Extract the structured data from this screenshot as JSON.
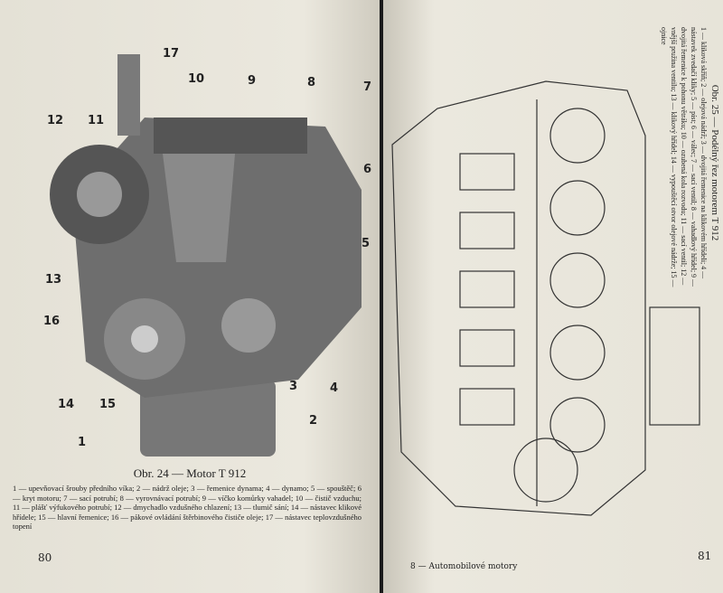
{
  "left_page": {
    "callouts": [
      "17",
      "10",
      "9",
      "8",
      "7",
      "12",
      "11",
      "6",
      "5",
      "13",
      "16",
      "3",
      "4",
      "14",
      "15",
      "2",
      "1"
    ],
    "figure_title": "Obr. 24 — Motor T 912",
    "caption": "1 — upevňovací šrouby předního víka; 2 — nádrž oleje; 3 — řemenice dynama; 4 — dynamo; 5 — spouštěč; 6 — kryt motoru; 7 — sací potrubí; 8 — vyrovnávací potrubí; 9 — víčko komůrky vahadel; 10 — čistič vzduchu; 11 — plášť výfukového potrubí; 12 — dmychadlo vzdušného chlazení; 13 — tlumič sání; 14 — nástavec klikové hřídele; 15 — hlavní řemenice; 16 — pákové ovládání štěrbinového čističe oleje; 17 — nástavec teplovzdušného topení",
    "page_number": "80"
  },
  "right_page": {
    "figure_title": "Obr. 25 — Podélný řez motorem T 912",
    "caption": "1 — kliková skříň; 2 — olejová nádrž; 3 — dvojitá řemenice na klikovém hřídeli; 4 — nástavek zvedačí kliky; 5 — píst; 6 — válec; 7 — sací ventil; 8 — vahadlový hřídel; 9 — dvojitá řemenice k pohonu větráku; 10 — ozubená kola rozvodu; 11 — sací ventil; 12 — vnější pružina ventilu; 13 — klikový hřídel; 14 — vypouštěcí otvor olejové nádrže; 15 — ojnice",
    "footer": "8 — Automobilové motory",
    "page_number": "81"
  }
}
